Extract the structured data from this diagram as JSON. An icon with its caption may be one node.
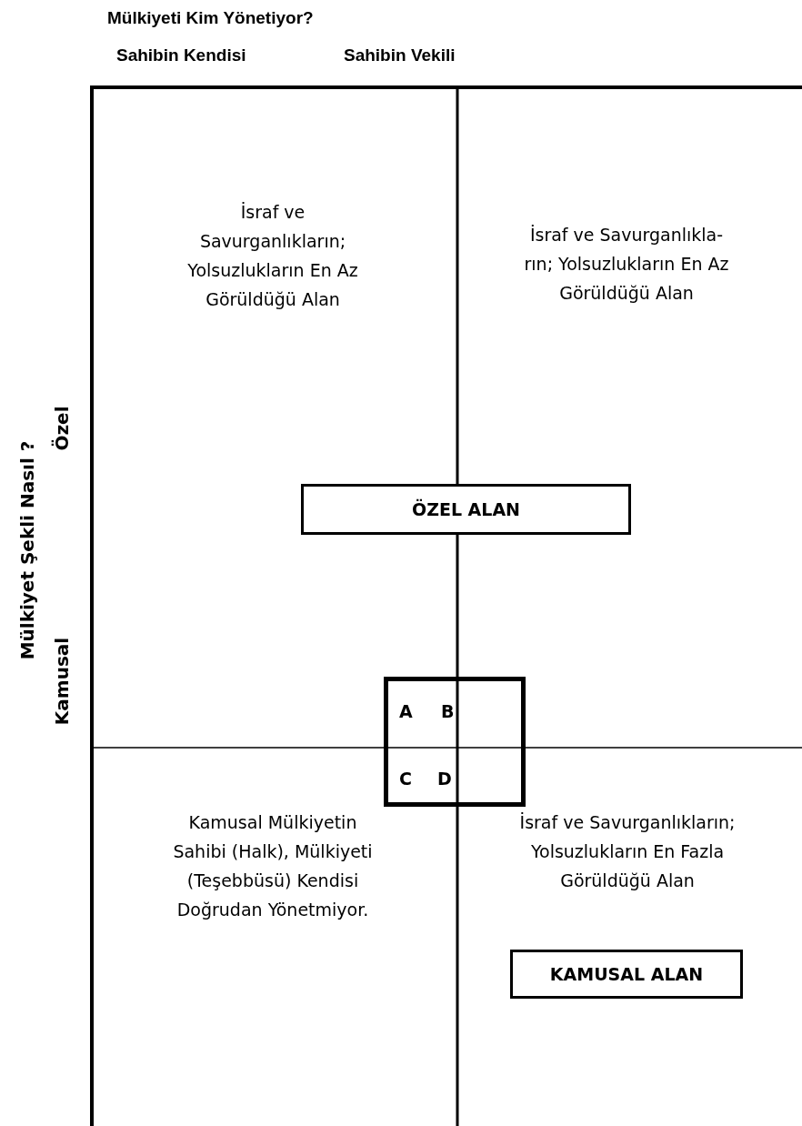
{
  "diagram": {
    "title": "Mülkiyeti Kim Yönetiyor?",
    "nodes": [
      {
        "text": [
          "ÖZEL ALAN"
        ]
      },
      {
        "text": [
          "A",
          "B",
          "C",
          "D"
        ]
      },
      {
        "text": [
          "KAMUSAL ALAN"
        ]
      }
    ],
    "labels": [
      "Sahibin Kendisi",
      "Sahibin Vekili",
      "Mülkiyet Şekli Nasıl ?",
      "Özel",
      "Kamusal",
      "İsraf ve Savurganlıkların; Yolsuzlukların En Az Görüldüğü Alan",
      "İsraf ve Savurganlıkla-rın; Yolsuzlukların En Az Görüldüğü Alan",
      "Kamusal Mülkiyetin Sahibi (Halk), Mülkiyeti (Teşebbüsü) Kendisi Doğrudan Yönetmiyor.",
      "İsraf ve Savurganlıkların; Yolsuzlukların En Fazla Görüldüğü Alan"
    ]
  }
}
